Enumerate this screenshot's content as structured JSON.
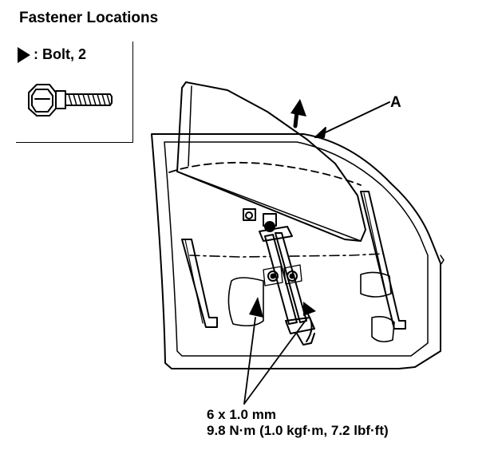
{
  "title": "Fastener Locations",
  "legend": {
    "label": ": Bolt, 2"
  },
  "callout": "A",
  "spec": {
    "size": "6 x 1.0 mm",
    "torque": "9.8 N·m (1.0 kgf·m, 7.2 lbf·ft)"
  }
}
